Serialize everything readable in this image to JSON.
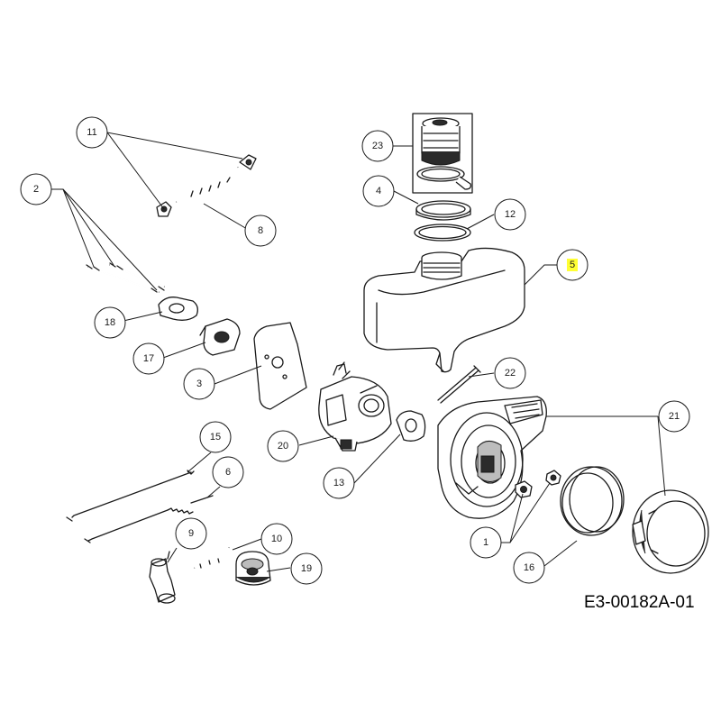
{
  "diagram": {
    "reference_code": "E3-00182A-01",
    "highlight_color": "#ffff33",
    "callouts": {
      "p1": "1",
      "p2": "2",
      "p3": "3",
      "p4": "4",
      "p5": "5",
      "p6": "6",
      "p8": "8",
      "p9": "9",
      "p10": "10",
      "p11": "11",
      "p12": "12",
      "p13": "13",
      "p15": "15",
      "p16": "16",
      "p17": "17",
      "p18": "18",
      "p19": "19",
      "p20": "20",
      "p21": "21",
      "p22": "22",
      "p23": "23"
    },
    "highlighted_callout": "5"
  }
}
